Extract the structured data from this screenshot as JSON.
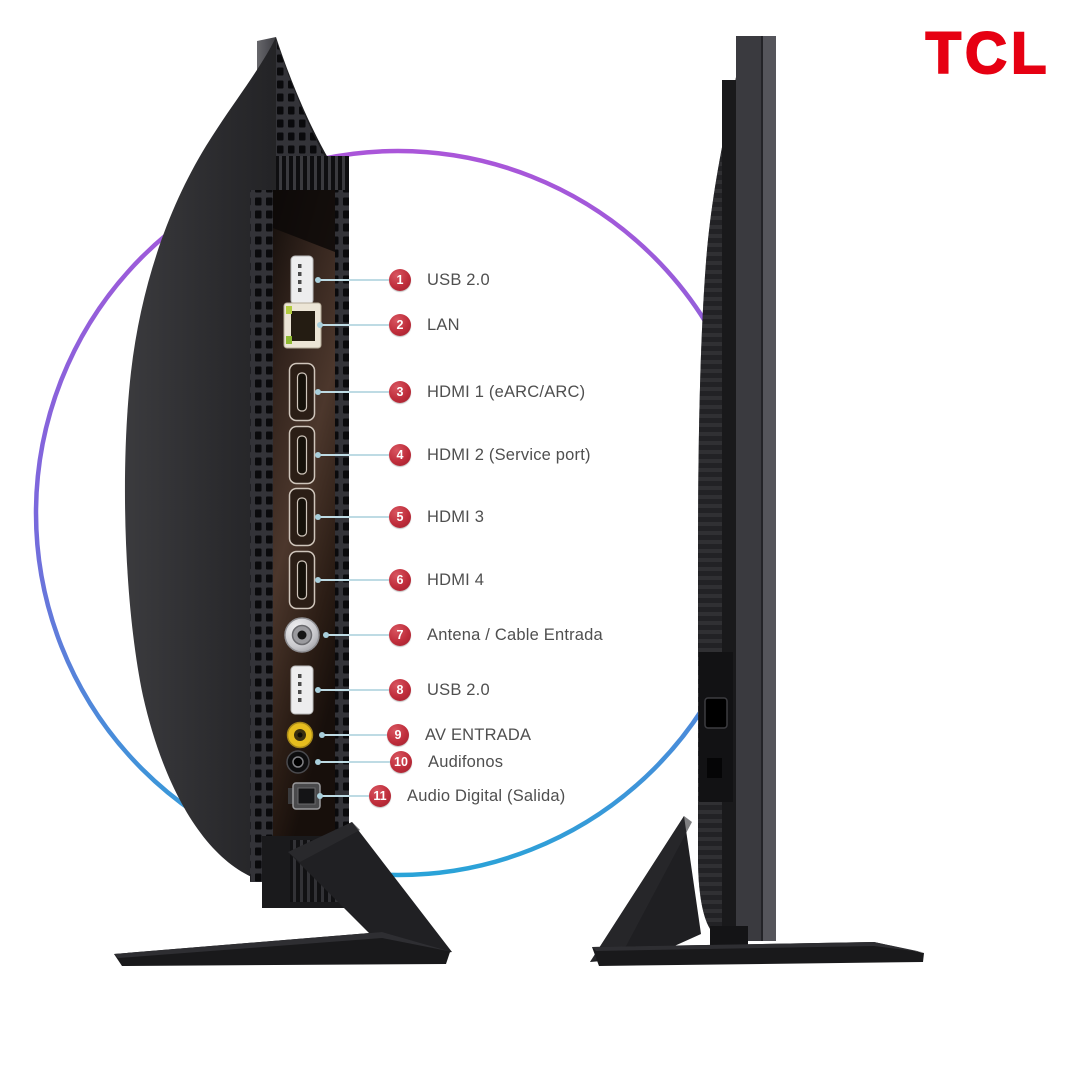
{
  "brand": {
    "logo_text": "TCL",
    "logo_color": "#e60012"
  },
  "diagram": {
    "subject": "tcl-tv-side-rear-port-panel",
    "views": [
      "angled-rear-side-view-with-ports",
      "flat-side-profile-view"
    ]
  },
  "callouts": [
    {
      "num": "1",
      "label": "USB 2.0",
      "icon": "usb-a-port"
    },
    {
      "num": "2",
      "label": "LAN",
      "icon": "ethernet-port"
    },
    {
      "num": "3",
      "label": "HDMI 1 (eARC/ARC)",
      "icon": "hdmi-port"
    },
    {
      "num": "4",
      "label": "HDMI 2 (Service port)",
      "icon": "hdmi-port"
    },
    {
      "num": "5",
      "label": "HDMI 3",
      "icon": "hdmi-port"
    },
    {
      "num": "6",
      "label": "HDMI 4",
      "icon": "hdmi-port"
    },
    {
      "num": "7",
      "label": "Antena / Cable Entrada",
      "icon": "coax-antenna-port"
    },
    {
      "num": "8",
      "label": "USB 2.0",
      "icon": "usb-a-port"
    },
    {
      "num": "9",
      "label": "AV ENTRADA",
      "icon": "rca-av-jack"
    },
    {
      "num": "10",
      "label": "Audifonos",
      "icon": "headphone-jack"
    },
    {
      "num": "11",
      "label": "Audio Digital (Salida)",
      "icon": "optical-audio-port"
    }
  ],
  "colors": {
    "badge_red": "#bf2d3b",
    "leader_line": "#bedbe4",
    "label_text": "#4f4f4f",
    "ring_gradient_top": "#aa56d9",
    "ring_gradient_bottom": "#2aa3d8",
    "tv_body_dark": "#1e1e20",
    "port_panel_brown": "#4c372c",
    "logo_red": "#e60012"
  }
}
